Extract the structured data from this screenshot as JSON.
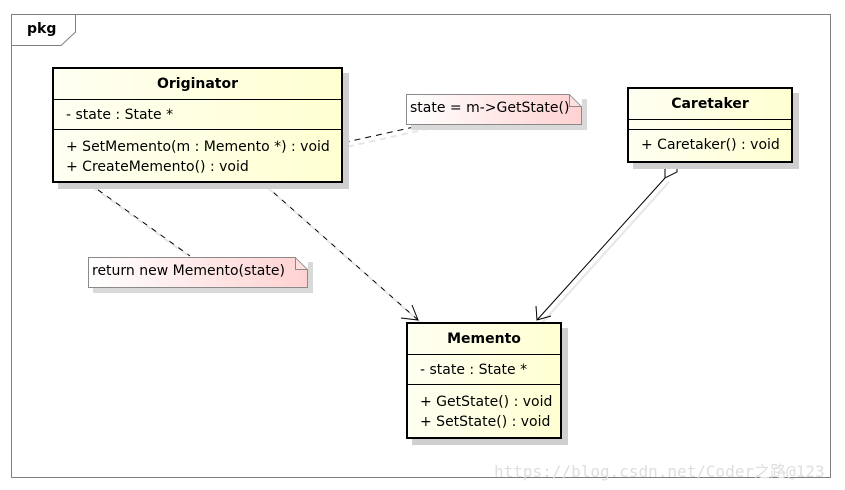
{
  "package": {
    "label": "pkg"
  },
  "classes": {
    "originator": {
      "name": "Originator",
      "attributes": [
        "- state : State *"
      ],
      "operations": [
        "+ SetMemento(m : Memento *) : void",
        "+ CreateMemento() : void"
      ]
    },
    "caretaker": {
      "name": "Caretaker",
      "attributes": [],
      "operations": [
        "+ Caretaker() : void"
      ]
    },
    "memento": {
      "name": "Memento",
      "attributes": [
        "- state : State *"
      ],
      "operations": [
        "+ GetState() : void",
        "+ SetState() : void"
      ]
    }
  },
  "notes": {
    "get_state": "state = m->GetState()",
    "create_memento": "return new Memento(state)"
  },
  "watermark": "https://blog.csdn.net/Coder之路@123"
}
